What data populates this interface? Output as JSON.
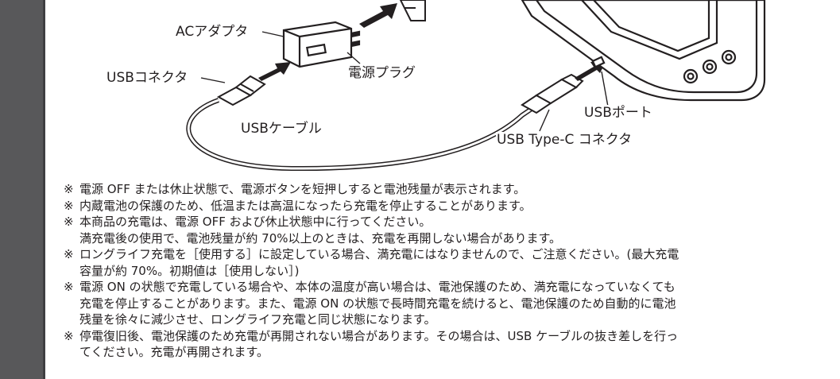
{
  "diagram": {
    "labels": {
      "ac_adapter": "ACアダプタ",
      "power_plug": "電源プラグ",
      "usb_connector": "USBコネクタ",
      "usb_cable": "USBケーブル",
      "usb_port": "USBポート",
      "usb_typec_connector": "USB Type-C コネクタ"
    }
  },
  "notes": {
    "mark": "※",
    "items": [
      {
        "lines": [
          "電源 OFF または休止状態で、電源ボタンを短押しすると電池残量が表示されます。"
        ]
      },
      {
        "lines": [
          "内蔵電池の保護のため、低温または高温になったら充電を停止することがあります。"
        ]
      },
      {
        "lines": [
          "本商品の充電は、電源 OFF および休止状態中に行ってください。",
          "満充電後の使用で、電池残量が約 70%以上のときは、充電を再開しない場合があります。"
        ]
      },
      {
        "lines": [
          "ロングライフ充電を［使用する］に設定している場合、満充電にはなりませんので、ご注意ください。(最大充電",
          "容量が約 70%。初期値は［使用しない］)"
        ]
      },
      {
        "lines": [
          "電源 ON の状態で充電している場合や、本体の温度が高い場合は、電池保護のため、満充電になっていなくても",
          "充電を停止することがあります。また、電源 ON の状態で長時間充電を続けると、電池保護のため自動的に電池",
          "残量を徐々に減少させ、ロングライフ充電と同じ状態になります。"
        ]
      },
      {
        "lines": [
          "停電復旧後、電池保護のため充電が再開されない場合があります。その場合は、USB ケーブルの抜き差しを行っ",
          "てください。充電が再開されます。"
        ]
      }
    ]
  }
}
